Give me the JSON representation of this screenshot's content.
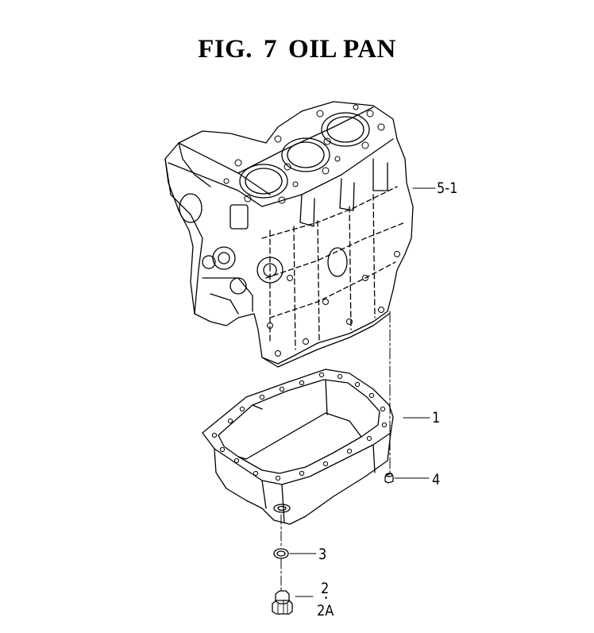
{
  "title": {
    "fig": "FIG.",
    "number": "7",
    "name": "OIL PAN"
  },
  "callouts": [
    {
      "id": "c-5-1",
      "label": "5-1"
    },
    {
      "id": "c-1",
      "label": "1"
    },
    {
      "id": "c-4",
      "label": "4"
    },
    {
      "id": "c-3",
      "label": "3"
    },
    {
      "id": "c-2",
      "label": "2"
    },
    {
      "id": "c-2a",
      "label": "2A"
    }
  ],
  "colors": {
    "line": "#000000",
    "background": "#ffffff"
  }
}
